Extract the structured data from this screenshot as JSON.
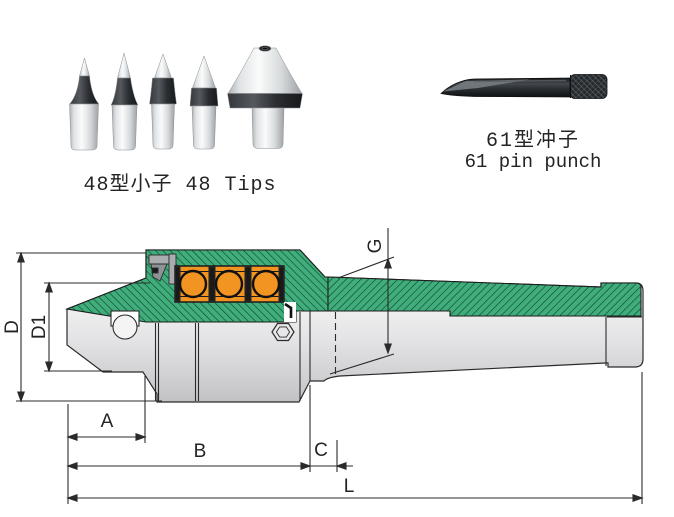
{
  "products": {
    "tips": {
      "caption_cn": "48型小子",
      "caption_en": "48 Tips"
    },
    "pin_punch": {
      "caption_cn": "61型冲子",
      "caption_en": "61 pin punch"
    }
  },
  "drawing": {
    "labels": {
      "D": "D",
      "D1": "D1",
      "G": "G",
      "A": "A",
      "B": "B",
      "C": "C",
      "L": "L"
    },
    "colors": {
      "section_green": "#3fae7c",
      "hatch_line": "#123e28",
      "bearing_orange": "#f29422",
      "outline": "#2b2b2b",
      "metal_light": "#fafafa",
      "metal_dark": "#c6c6c9",
      "punch_black": "#232629"
    }
  }
}
